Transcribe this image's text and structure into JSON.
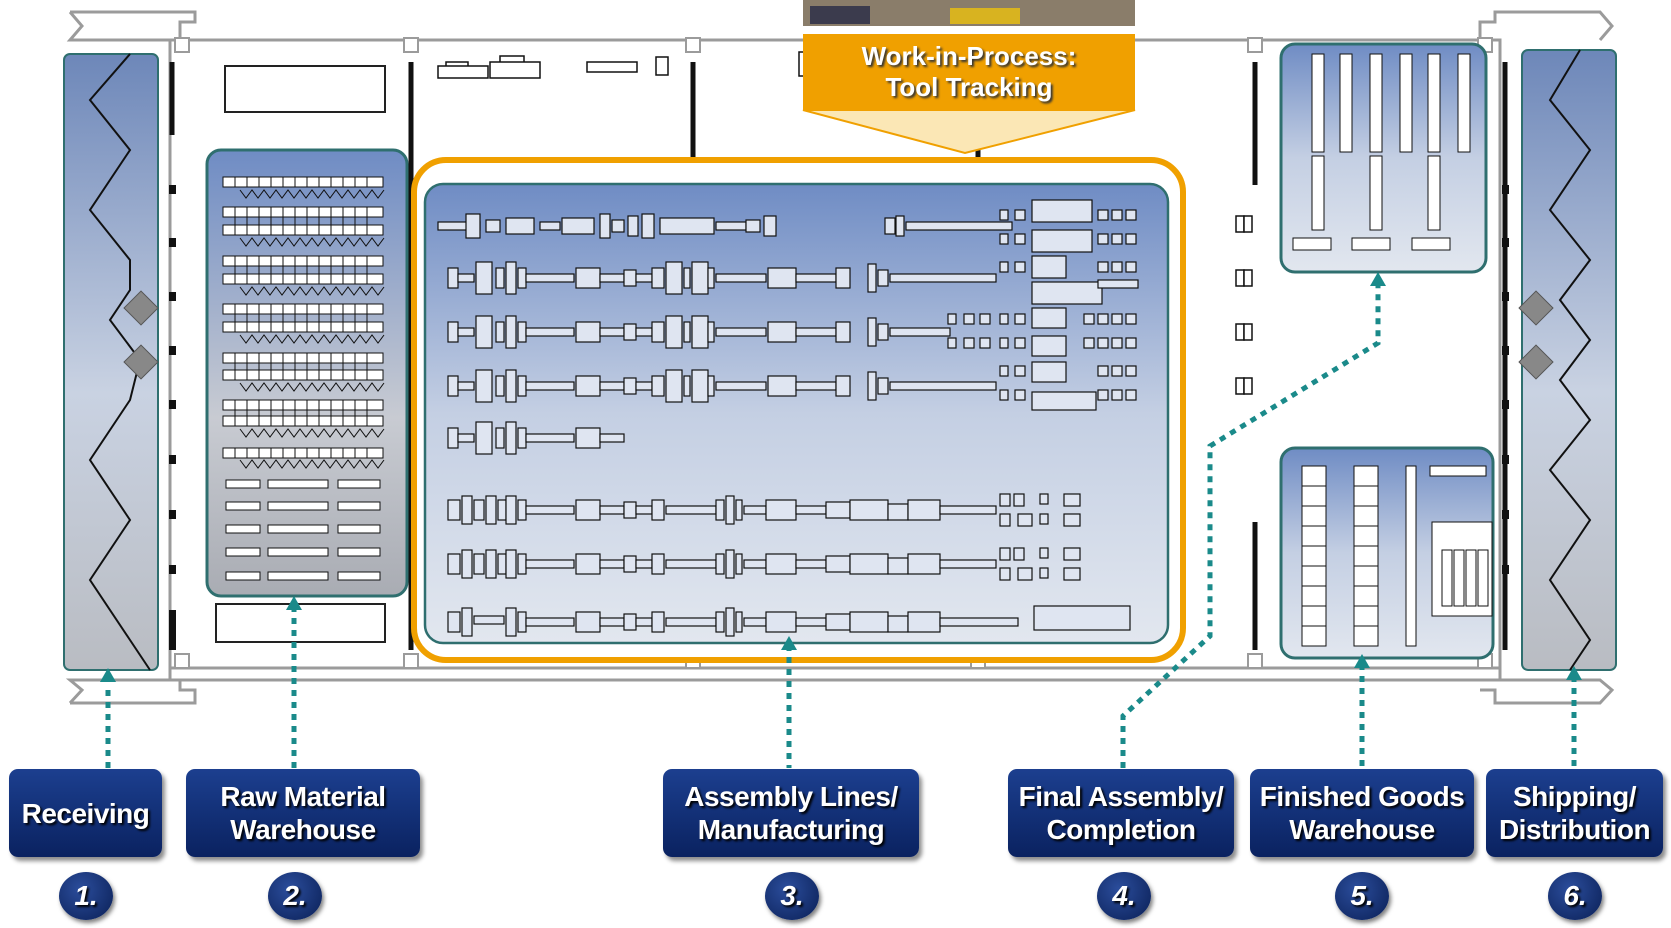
{
  "callout": {
    "title": "Work-in-Process:\nTool Tracking"
  },
  "stages": [
    {
      "number": "1.",
      "label": "Receiving"
    },
    {
      "number": "2.",
      "label": "Raw Material\nWarehouse"
    },
    {
      "number": "3.",
      "label": "Assembly Lines/\nManufacturing"
    },
    {
      "number": "4.",
      "label": "Final Assembly/\nCompletion"
    },
    {
      "number": "5.",
      "label": "Finished Goods\nWarehouse"
    },
    {
      "number": "6.",
      "label": "Shipping/\nDistribution"
    }
  ],
  "colors": {
    "stage_fill": "#0b2a6e",
    "connector": "#1a8a8a",
    "highlight": "#f0a000",
    "zone_top": "#6f8cc4",
    "zone_bottom": "#e2e7ef"
  }
}
